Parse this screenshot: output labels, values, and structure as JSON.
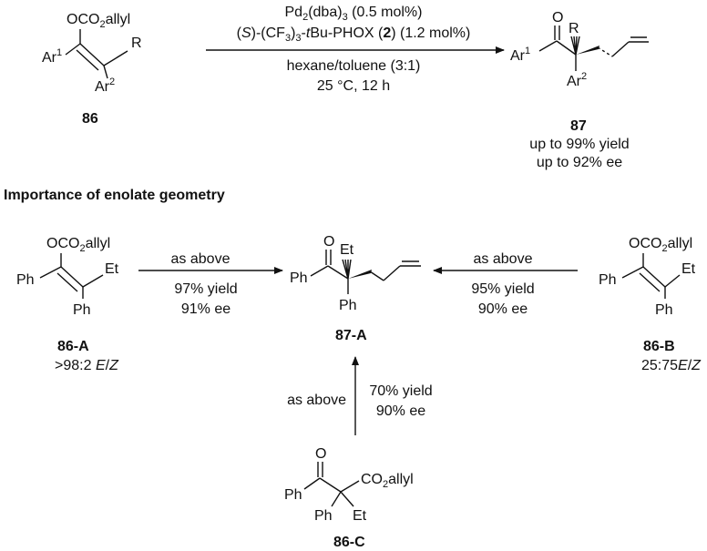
{
  "top_reaction": {
    "sm_group": "OCO",
    "sm_group_sub": "2",
    "sm_group_tail": "allyl",
    "ar": "Ar",
    "sup1": "1",
    "sup2": "2",
    "r": "R",
    "o": "O",
    "sm_label": "86",
    "prod_label": "87",
    "cond1_a": "Pd",
    "cond1_b": "2",
    "cond1_c": "(dba)",
    "cond1_d": "3",
    "cond1_e": " (0.5 mol%)",
    "cond2_a": "(",
    "cond2_b": "S",
    "cond2_c": ")-(CF",
    "cond2_d": "3",
    "cond2_e": ")",
    "cond2_f": "3",
    "cond2_g": "-",
    "cond2_h": "t",
    "cond2_i": "Bu-PHOX (",
    "cond2_j": "2",
    "cond2_k": ") (1.2 mol%)",
    "cond3": "hexane/toluene (3:1)",
    "cond4": "25 °C, 12 h",
    "yield_line": "up to 99% yield",
    "ee_line": "up to 92% ee"
  },
  "section_title": "Importance of enolate geometry",
  "bottom": {
    "ph": "Ph",
    "et": "Et",
    "o": "O",
    "ocoa": "OCO",
    "two": "2",
    "allyl": "allyl",
    "co2": "CO",
    "a_label": "86-A",
    "a_ratio_a": ">98:2 ",
    "a_ratio_b": "E",
    "a_ratio_c": "/",
    "a_ratio_d": "Z",
    "b_label": "86-B",
    "b_ratio_a": "25:75",
    "b_ratio_b": "E",
    "b_ratio_c": "/",
    "b_ratio_d": "Z",
    "c_label": "86-C",
    "prod_label": "87-A",
    "as_above": "as above",
    "left_yield": "97% yield",
    "left_ee": "91% ee",
    "right_yield": "95% yield",
    "right_ee": "90% ee",
    "up_yield": "70% yield",
    "up_ee": "90% ee"
  }
}
